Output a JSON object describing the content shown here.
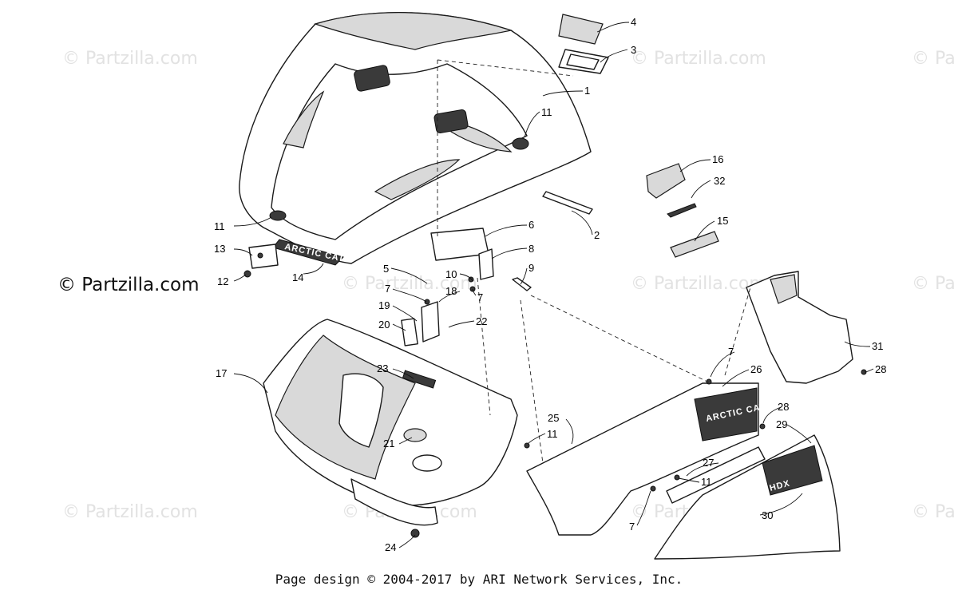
{
  "watermarks": {
    "light": "© Partzilla.com",
    "light_cut": "© Pa",
    "strong": "© Partzilla.com"
  },
  "decals": {
    "hood": "ARCTIC CAT",
    "bumper": "ARCTIC CAT",
    "side": "HDX"
  },
  "callouts": [
    "4",
    "3",
    "1",
    "11",
    "16",
    "32",
    "2",
    "15",
    "11",
    "13",
    "12",
    "14",
    "6",
    "8",
    "9",
    "5",
    "10",
    "7",
    "7",
    "18",
    "19",
    "20",
    "22",
    "17",
    "23",
    "21",
    "11",
    "25",
    "7",
    "26",
    "28",
    "31",
    "29",
    "28",
    "27",
    "11",
    "7",
    "30",
    "24"
  ],
  "footer": "Page design © 2004-2017 by ARI Network Services, Inc."
}
